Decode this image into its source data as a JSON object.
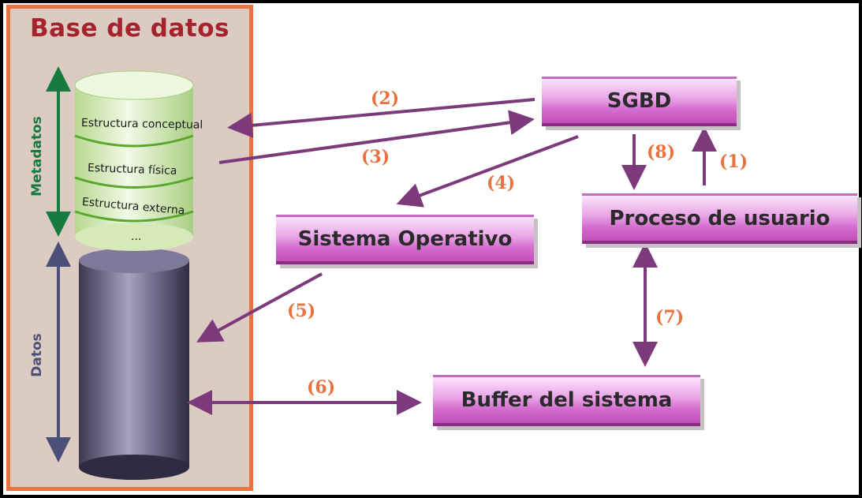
{
  "database": {
    "title": "Base de datos",
    "metadata_label": "Metadatos",
    "data_label": "Datos",
    "metadata_items": [
      "Estructura conceptual",
      "Estructura física",
      "Estructura externa",
      "..."
    ]
  },
  "boxes": {
    "sgbd": "SGBD",
    "os": "Sistema Operativo",
    "user_process": "Proceso de usuario",
    "buffer": "Buffer del sistema"
  },
  "arrows": {
    "a1": "(1)",
    "a2": "(2)",
    "a3": "(3)",
    "a4": "(4)",
    "a5": "(5)",
    "a6": "(6)",
    "a7": "(7)",
    "a8": "(8)"
  },
  "colors": {
    "panel_border": "#e8733f",
    "panel_bg": "#dccbc2",
    "title": "#a5232d",
    "arrow": "#7c3a7d",
    "label": "#e8733f",
    "metadata_arrow": "#167a3e",
    "data_arrow": "#4a5078"
  }
}
